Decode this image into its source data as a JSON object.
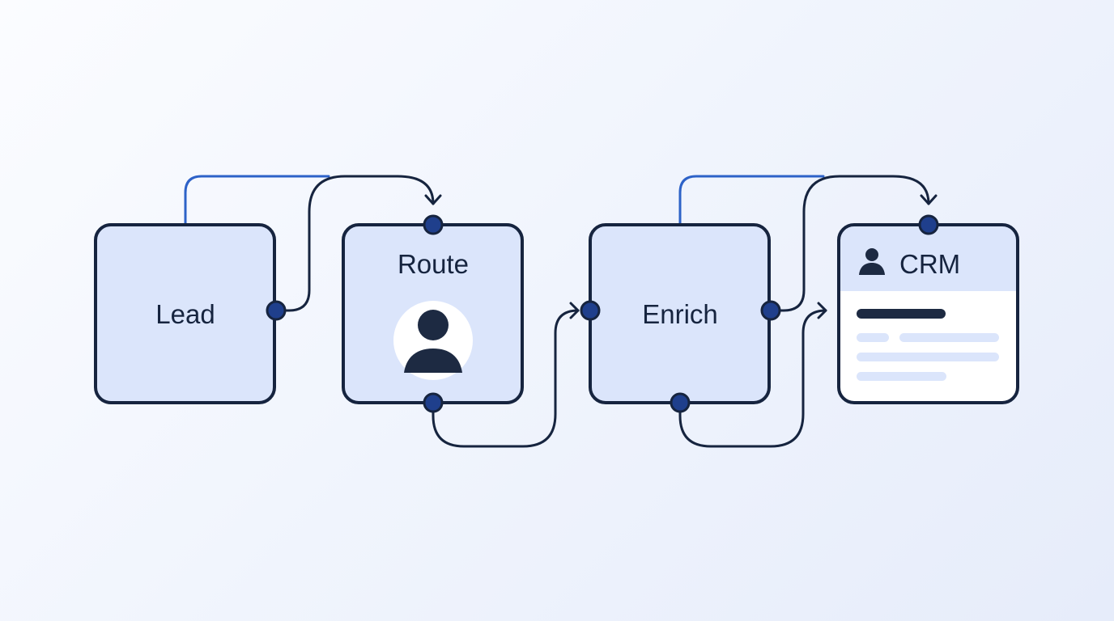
{
  "diagram": {
    "nodes": [
      {
        "id": "lead",
        "label": "Lead"
      },
      {
        "id": "route",
        "label": "Route",
        "icon": "person-avatar-icon"
      },
      {
        "id": "enrich",
        "label": "Enrich"
      },
      {
        "id": "crm",
        "label": "CRM",
        "icon": "user-icon"
      }
    ],
    "edges": [
      {
        "from": "lead",
        "to": "route"
      },
      {
        "from": "route",
        "to": "enrich"
      },
      {
        "from": "enrich",
        "to": "crm"
      }
    ]
  },
  "colors": {
    "background": "#f1f5fd",
    "node_fill": "#dbe5fb",
    "node_stroke": "#16243f",
    "edge_dark": "#16243f",
    "edge_accent": "#2d62c8",
    "port_fill": "#1f3f8c",
    "crm_header": "#dbe5fb",
    "crm_body": "#ffffff",
    "crm_line_dark": "#1d2a42",
    "crm_line_light": "#dbe5fb"
  }
}
